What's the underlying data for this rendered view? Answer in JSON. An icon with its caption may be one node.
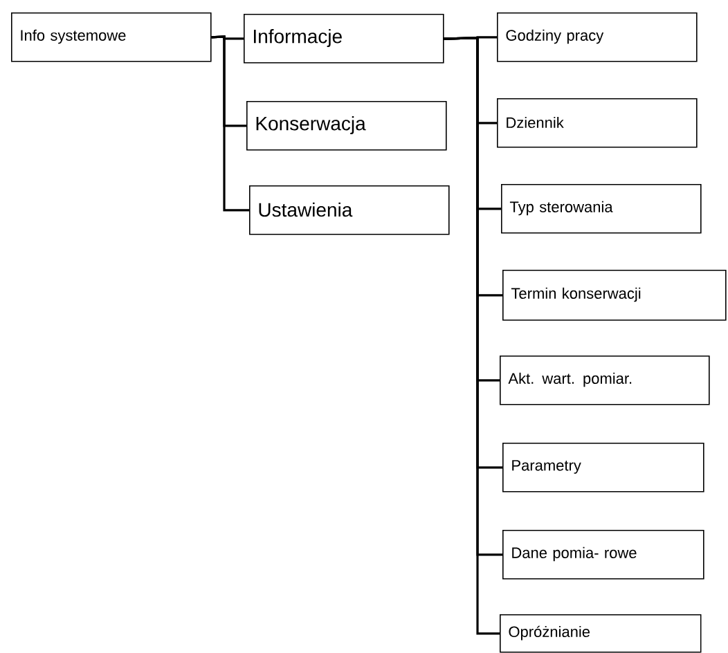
{
  "diagram": {
    "nodes": [
      {
        "text": [
          "Info systemowe"
        ]
      },
      {
        "text": [
          "Informacje"
        ]
      },
      {
        "text": [
          "Konserwacja"
        ]
      },
      {
        "text": [
          "Ustawienia"
        ]
      },
      {
        "text": [
          "Godziny pracy"
        ]
      },
      {
        "text": [
          "Dziennik"
        ]
      },
      {
        "text": [
          "Typ sterowania"
        ]
      },
      {
        "text": [
          "Termin konserwacji"
        ]
      },
      {
        "text": [
          "Akt. wart. pomiar."
        ]
      },
      {
        "text": [
          "Parametry"
        ]
      },
      {
        "text": [
          "Dane pomia- rowe"
        ]
      },
      {
        "text": [
          "Opróżnianie"
        ]
      }
    ],
    "edges": [
      {
        "from": 0,
        "to": 1,
        "arrow": "none"
      },
      {
        "from": 0,
        "to": 2,
        "arrow": "none"
      },
      {
        "from": 0,
        "to": 3,
        "arrow": "none"
      },
      {
        "from": 1,
        "to": 4,
        "arrow": "none"
      },
      {
        "from": 1,
        "to": 5,
        "arrow": "none"
      },
      {
        "from": 1,
        "to": 6,
        "arrow": "none"
      },
      {
        "from": 1,
        "to": 7,
        "arrow": "none"
      },
      {
        "from": 1,
        "to": 8,
        "arrow": "none"
      },
      {
        "from": 1,
        "to": 9,
        "arrow": "none"
      },
      {
        "from": 1,
        "to": 10,
        "arrow": "none"
      },
      {
        "from": 1,
        "to": 11,
        "arrow": "none"
      }
    ]
  }
}
